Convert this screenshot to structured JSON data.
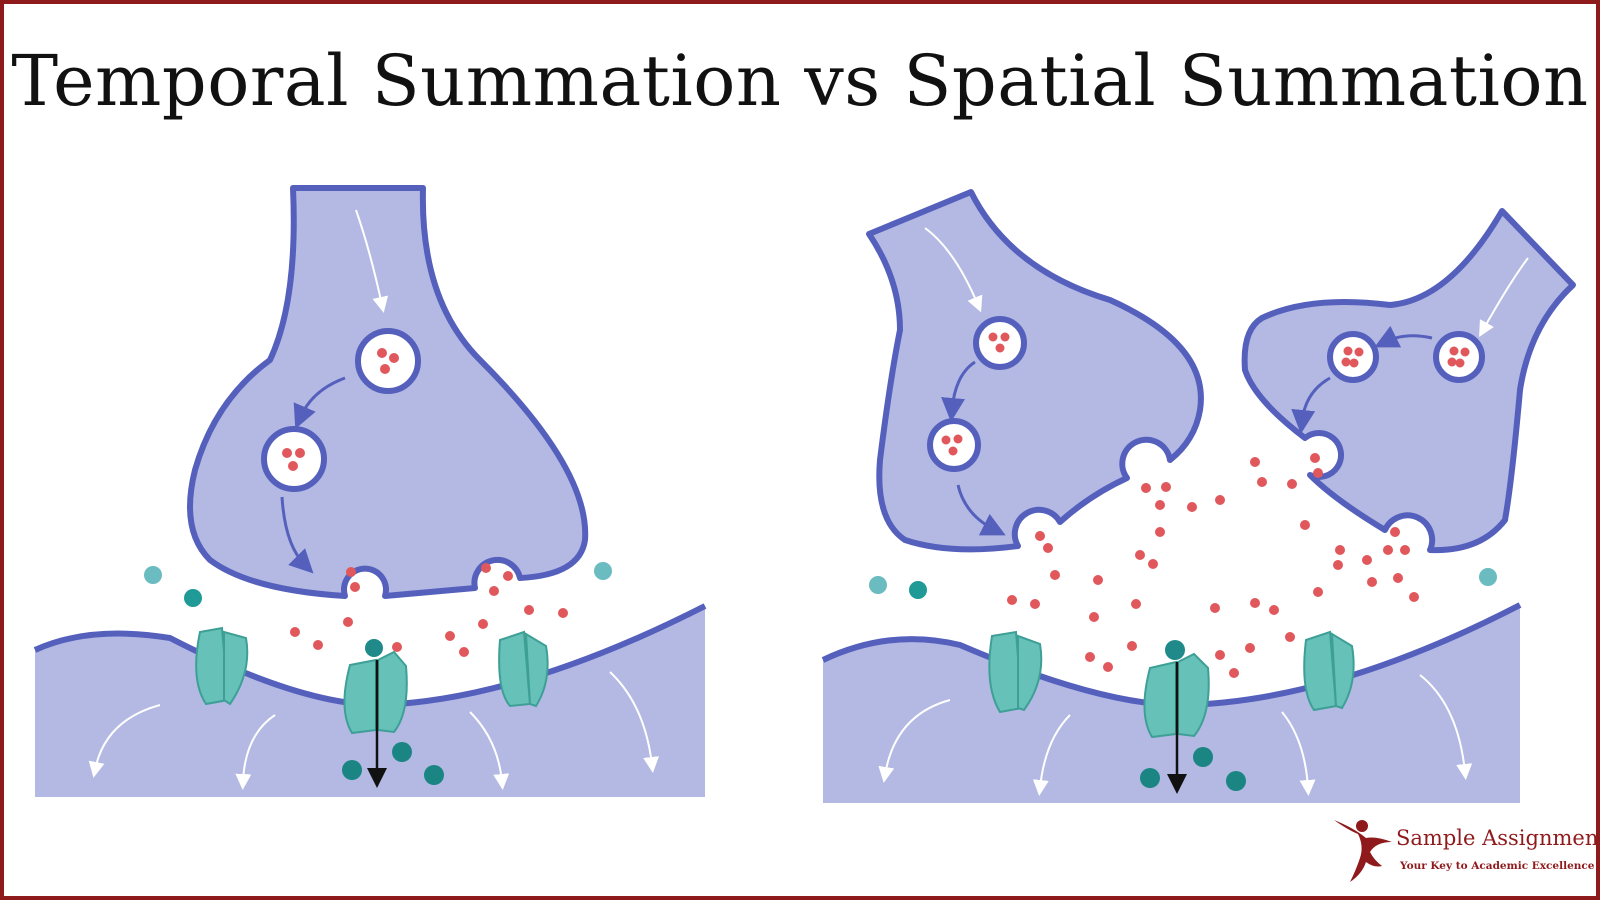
{
  "title": "Temporal Summation vs Spatial Summation",
  "colors": {
    "border": "#8f1a1c",
    "neuron_fill": "#b3b9e3",
    "neuron_stroke": "#5560bd",
    "vesicle_stroke": "#5560bd",
    "neurotransmitter": "#e0585c",
    "receptor": "#66c1b8",
    "ion": "#1f8a89",
    "title_text": "#111111"
  },
  "panels": [
    {
      "id": "temporal",
      "presynaptic_terminals": 1,
      "ion_channels": 3
    },
    {
      "id": "spatial",
      "presynaptic_terminals": 2,
      "ion_channels": 3
    }
  ],
  "logo": {
    "name": "Sample Assignment",
    "tagline": "Your Key to Academic Excellence"
  }
}
